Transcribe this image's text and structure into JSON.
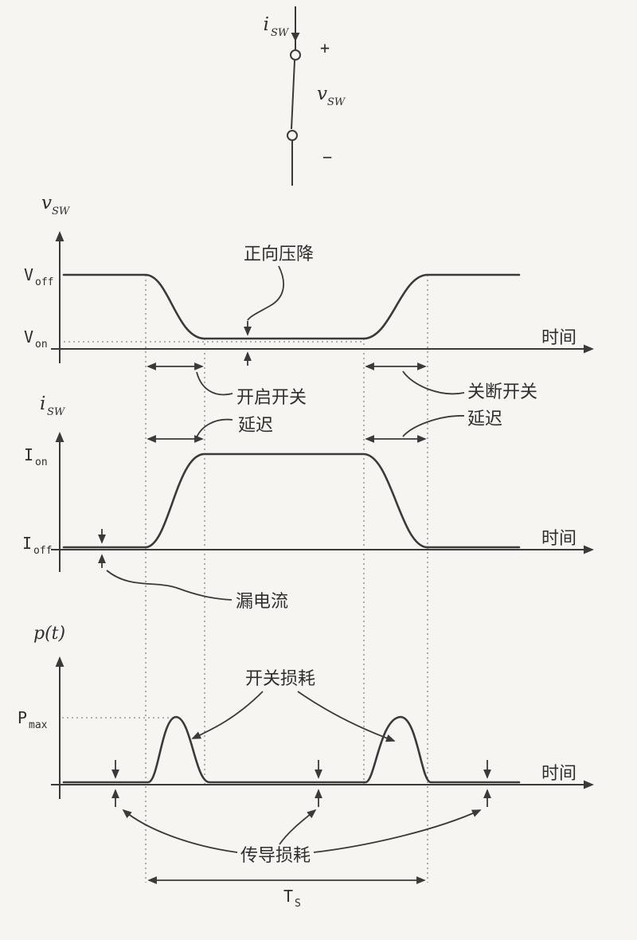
{
  "colors": {
    "background": "#f6f5f2",
    "line": "#3a3a3a",
    "dotted_line": "#9a9a9a"
  },
  "switch_symbol": {
    "current_main": "i",
    "current_sub": "SW",
    "plus": "+",
    "voltage_main": "v",
    "voltage_sub": "SW",
    "minus": "−"
  },
  "voltage_plot": {
    "axis_main": "v",
    "axis_sub": "SW",
    "level_high_main": "V",
    "level_high_sub": "off",
    "level_low_main": "V",
    "level_low_sub": "on",
    "time_label": "时间",
    "forward_drop": "正向压降"
  },
  "delay_annotations": {
    "turn_on_line1": "开启开关",
    "turn_on_line2": "延迟",
    "turn_off_line1": "关断开关",
    "turn_off_line2": "延迟"
  },
  "current_plot": {
    "axis_main": "i",
    "axis_sub": "SW",
    "level_high_main": "I",
    "level_high_sub": "on",
    "level_low_main": "I",
    "level_low_sub": "off",
    "time_label": "时间",
    "leakage": "漏电流"
  },
  "power_plot": {
    "axis_label": "p(t)",
    "peak_main": "P",
    "peak_sub": "max",
    "time_label": "时间",
    "switching_loss": "开关损耗",
    "conduction_loss": "传导损耗",
    "period_main": "T",
    "period_sub": "S"
  }
}
